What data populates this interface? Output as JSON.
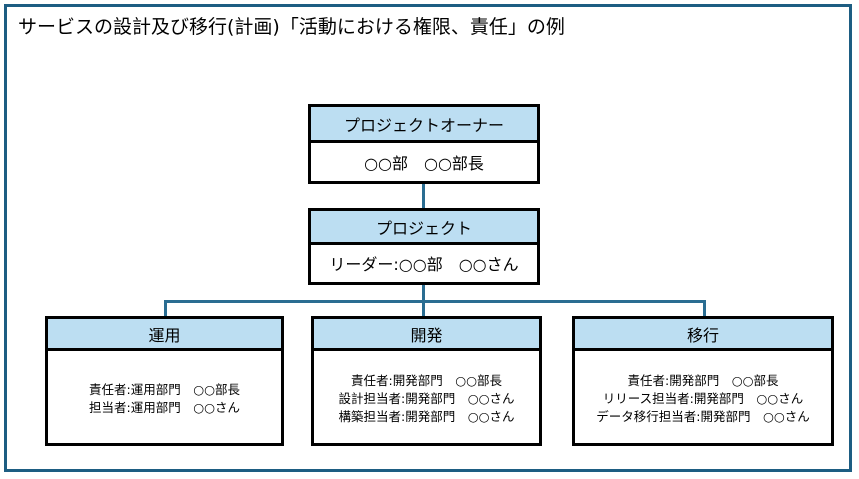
{
  "document": {
    "title": "サービスの設計及び移行(計画)「活動における権限、責任」の例"
  },
  "theme": {
    "frame_border": "#1d5d82",
    "connector": "#2a6d92",
    "box_border": "#000000",
    "header_fill": "#bcdef2",
    "body_fill": "#ffffff",
    "text": "#000000",
    "background": "#ffffff"
  },
  "chart_data": {
    "type": "diagram",
    "subtype": "org-chart",
    "title": "サービスの設計及び移行(計画)「活動における権限、責任」の例",
    "nodes": [
      {
        "id": "owner",
        "level": 0,
        "header": "プロジェクトオーナー",
        "lines": [
          "○○部　○○部長"
        ]
      },
      {
        "id": "project",
        "level": 1,
        "header": "プロジェクト",
        "lines": [
          "リーダー:○○部　○○さん"
        ]
      },
      {
        "id": "ops",
        "level": 2,
        "header": "運用",
        "lines": [
          "責任者:運用部門　○○部長",
          "担当者:運用部門　○○さん"
        ]
      },
      {
        "id": "dev",
        "level": 2,
        "header": "開発",
        "lines": [
          "責任者:開発部門　○○部長",
          "設計担当者:開発部門　○○さん",
          "構築担当者:開発部門　○○さん"
        ]
      },
      {
        "id": "mig",
        "level": 2,
        "header": "移行",
        "lines": [
          "責任者:開発部門　○○部長",
          "リリース担当者:開発部門　○○さん",
          "データ移行担当者:開発部門　○○さん"
        ]
      }
    ],
    "edges": [
      {
        "from": "owner",
        "to": "project"
      },
      {
        "from": "project",
        "to": "ops"
      },
      {
        "from": "project",
        "to": "dev"
      },
      {
        "from": "project",
        "to": "mig"
      }
    ]
  }
}
